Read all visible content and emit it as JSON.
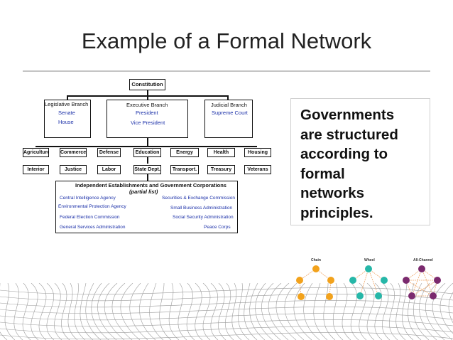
{
  "slide": {
    "title": "Example of a Formal Network",
    "description_lines": [
      "Governments",
      "are structured",
      "according to",
      "formal",
      "networks",
      "principles."
    ]
  },
  "org_chart": {
    "root": "Constitution",
    "legislative": {
      "title": "Legislative Branch",
      "items": [
        "Senate",
        "House"
      ]
    },
    "executive": {
      "title": "Executive Branch",
      "items": [
        "President",
        "Vice President"
      ]
    },
    "judicial": {
      "title": "Judicial Branch",
      "items": [
        "Supreme Court"
      ]
    },
    "departments_row1": [
      "Agriculture",
      "Commerce",
      "Defense",
      "Education",
      "Energy",
      "Health",
      "Housing"
    ],
    "departments_row2": [
      "Interior",
      "Justice",
      "Labor",
      "State Dept.",
      "Transport.",
      "Treasury",
      "Veterans"
    ],
    "independent": {
      "title": "Independent Establishments and Government Corporations",
      "subtitle": "(partial list)",
      "left": [
        "Central Intelligence Agency",
        "Environmental Protection Agency",
        "Federal Election Commission",
        "General Services Administration"
      ],
      "right": [
        "Securities & Exchange Commission",
        "Small Business Administration",
        "Social Security Administration",
        "Peace Corps"
      ]
    }
  },
  "networks": {
    "chain": {
      "label": "Chain",
      "color": "#f2a21c"
    },
    "wheel": {
      "label": "Wheel",
      "color": "#26b7a8"
    },
    "all_channel": {
      "label": "All-Channel",
      "color": "#7b2a6e"
    },
    "edge_color": "#f0a86a"
  }
}
